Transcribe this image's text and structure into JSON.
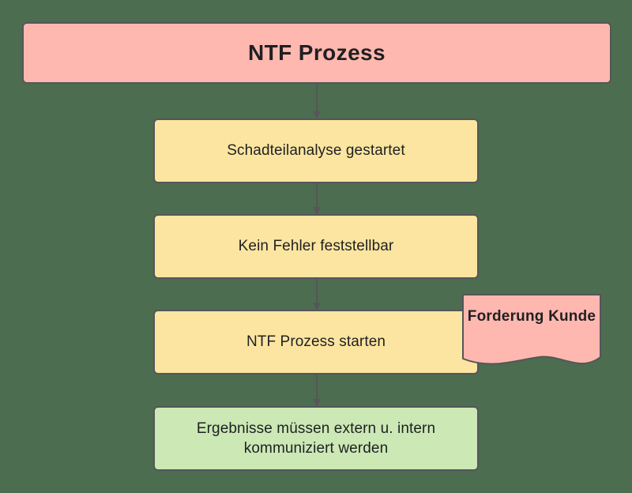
{
  "diagram": {
    "type": "flowchart",
    "title_node": {
      "label": "NTF Prozess",
      "shape": "rectangle",
      "fill": "#ffb8af"
    },
    "steps": [
      {
        "label": "Schadteilanalyse gestartet",
        "shape": "rectangle",
        "fill": "#fce5a0"
      },
      {
        "label": "Kein Fehler feststellbar",
        "shape": "rectangle",
        "fill": "#fce5a0"
      },
      {
        "label": "NTF Prozess starten",
        "shape": "rectangle",
        "fill": "#fce5a0"
      }
    ],
    "result": {
      "line1": "Ergebnisse müssen extern u. intern",
      "line2": "kommuniziert werden",
      "shape": "rectangle",
      "fill": "#cbe8b5"
    },
    "note": {
      "label": "Forderung Kunde",
      "shape": "document",
      "fill": "#ffb8af"
    },
    "colors": {
      "background": "#4c6d4f",
      "border": "#55565a",
      "text": "#1f2023",
      "pink": "#ffb8af",
      "yellow": "#fce5a0",
      "green": "#cbe8b5"
    },
    "connectors": [
      {
        "from": "NTF Prozess",
        "to": "Schadteilanalyse gestartet"
      },
      {
        "from": "Schadteilanalyse gestartet",
        "to": "Kein Fehler feststellbar"
      },
      {
        "from": "Kein Fehler feststellbar",
        "to": "NTF Prozess starten"
      },
      {
        "from": "NTF Prozess starten",
        "to": "Ergebnisse müssen extern u. intern kommuniziert werden"
      }
    ]
  }
}
